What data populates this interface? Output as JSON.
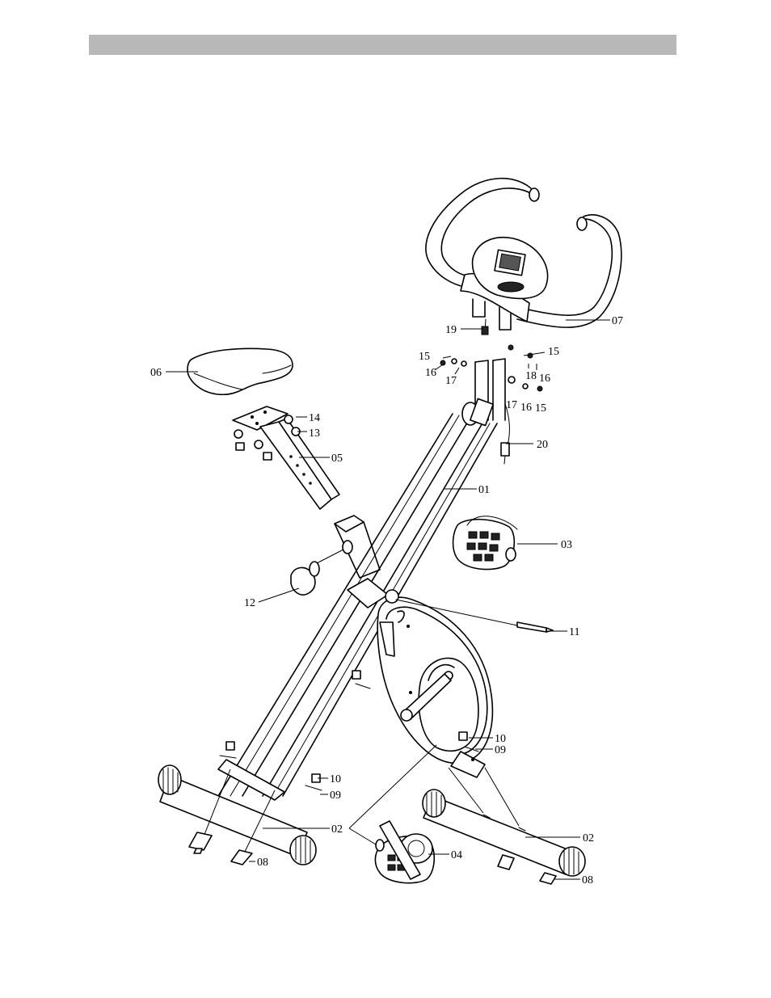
{
  "labels": {
    "p01": "01",
    "p02a": "02",
    "p02b": "02",
    "p03": "03",
    "p04": "04",
    "p05": "05",
    "p06": "06",
    "p07": "07",
    "p08a": "08",
    "p08b": "08",
    "p09a": "09",
    "p09b": "09",
    "p10a": "10",
    "p10b": "10",
    "p11": "11",
    "p12": "12",
    "p13": "13",
    "p14": "14",
    "p15a": "15",
    "p15b": "15",
    "p15c": "15",
    "p16a": "16",
    "p16b": "16",
    "p16c": "16",
    "p17a": "17",
    "p17b": "17",
    "p18": "18",
    "p19": "19",
    "p20": "20"
  }
}
